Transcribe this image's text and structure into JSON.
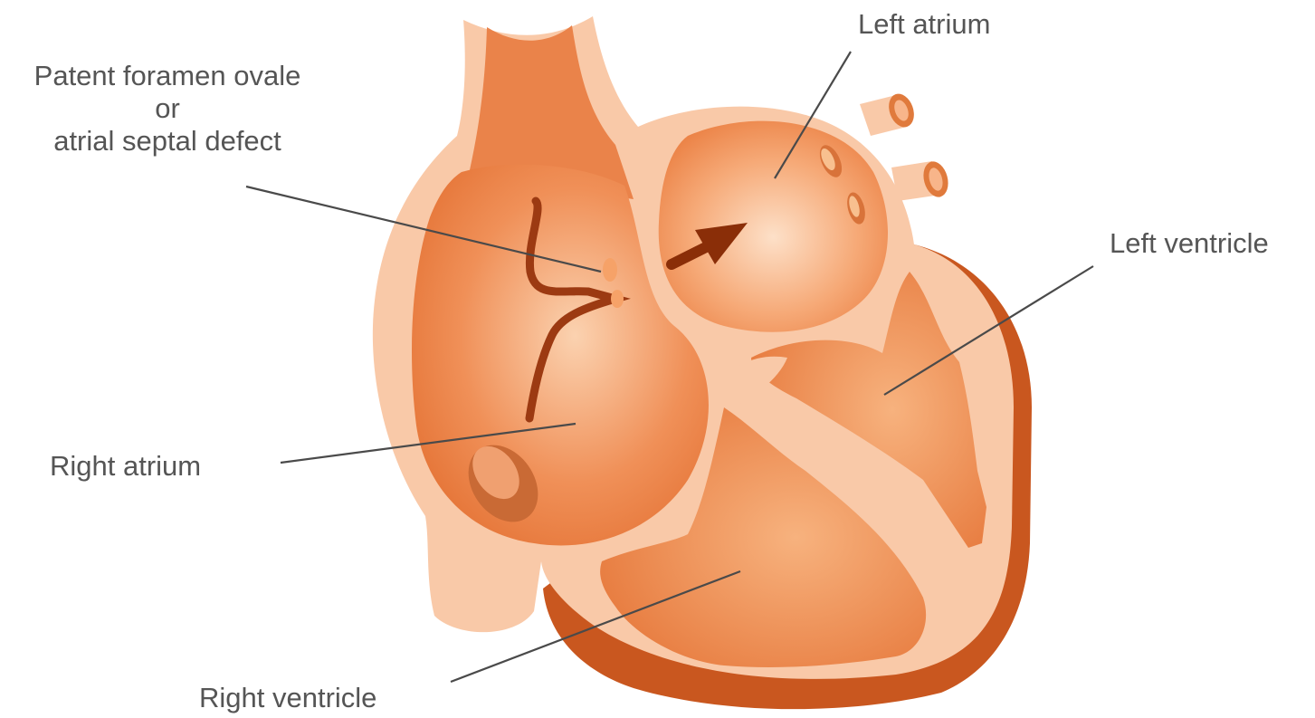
{
  "labels": {
    "pfo_line1": "Patent foramen ovale",
    "pfo_line2": "or",
    "pfo_line3": "atrial septal defect",
    "left_atrium": "Left atrium",
    "left_ventricle": "Left ventricle",
    "right_atrium": "Right atrium",
    "right_ventricle": "Right ventricle"
  },
  "colors": {
    "outer_tissue": "#f9c9a8",
    "chamber": "#e87a3d",
    "chamber_light": "#f6b080",
    "muscle_dark": "#c9571f",
    "arrow": "#8a2e08",
    "pointer_line": "#4a4a4a",
    "label_text": "#555555"
  }
}
